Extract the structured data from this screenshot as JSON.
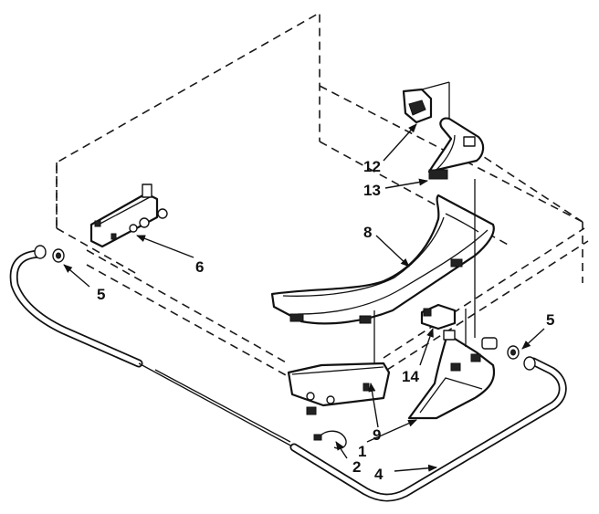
{
  "callouts": {
    "c1": "1",
    "c2": "2",
    "c4": "4",
    "c5_left": "5",
    "c5_right": "5",
    "c6": "6",
    "c8": "8",
    "c9": "9",
    "c12": "12",
    "c13": "13",
    "c14": "14"
  },
  "colors": {
    "ink": "#111111",
    "paper": "#ffffff"
  }
}
